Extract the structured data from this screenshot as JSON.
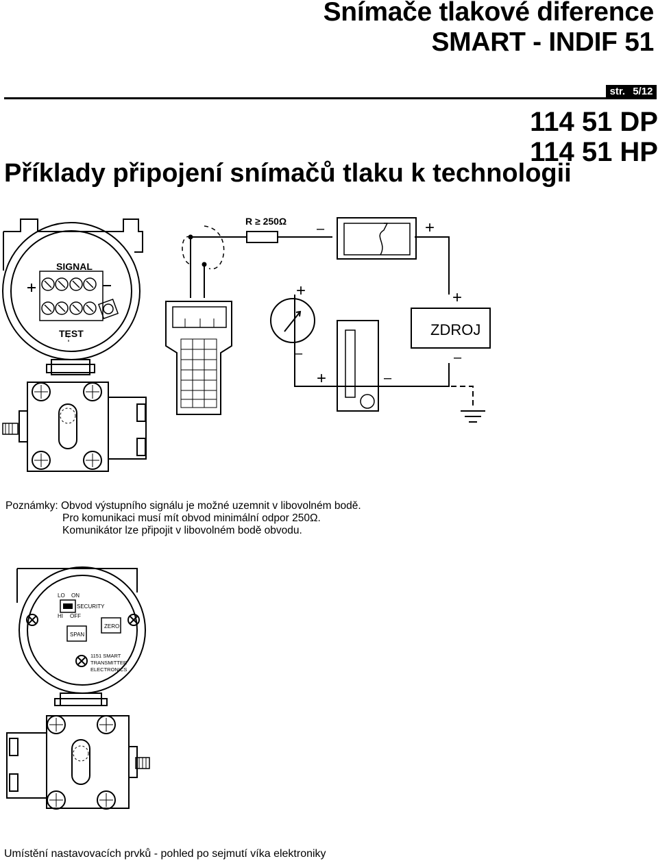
{
  "header": {
    "title_line1": "Snímače tlakové diference",
    "title_line2": "SMART - INDIF 51",
    "page_label": "str.",
    "page_number": "5/12"
  },
  "codes": [
    "114 51 DP",
    "114 51 HP"
  ],
  "heading": "Příklady připojení snímačů tlaku k technologii",
  "diagram1": {
    "resistor_label": "R ≥ 250Ω",
    "signal_label": "SIGNAL",
    "test_label": "TEST",
    "supply_label": "ZDROJ",
    "plus": "+",
    "minus": "–"
  },
  "notes": {
    "label": "Poznámky:",
    "lines": [
      "Obvod výstupního signálu je možné uzemnit v libovolném bodě.",
      "Pro komunikaci musí mít obvod minimální odpor 250Ω.",
      "Komunikátor lze připojit v libovolném bodě obvodu."
    ]
  },
  "diagram2": {
    "lo": "LO",
    "on": "ON",
    "security": "SECURITY",
    "hi": "HI",
    "off": "OFF",
    "zero": "ZERO",
    "span": "SPAN",
    "board_line1": "1151 SMART",
    "board_line2": "TRANSMITTER",
    "board_line3": "ELECTRONICS"
  },
  "caption": "Umístění nastavovacích prvků - pohled po sejmutí víka elektroniky"
}
